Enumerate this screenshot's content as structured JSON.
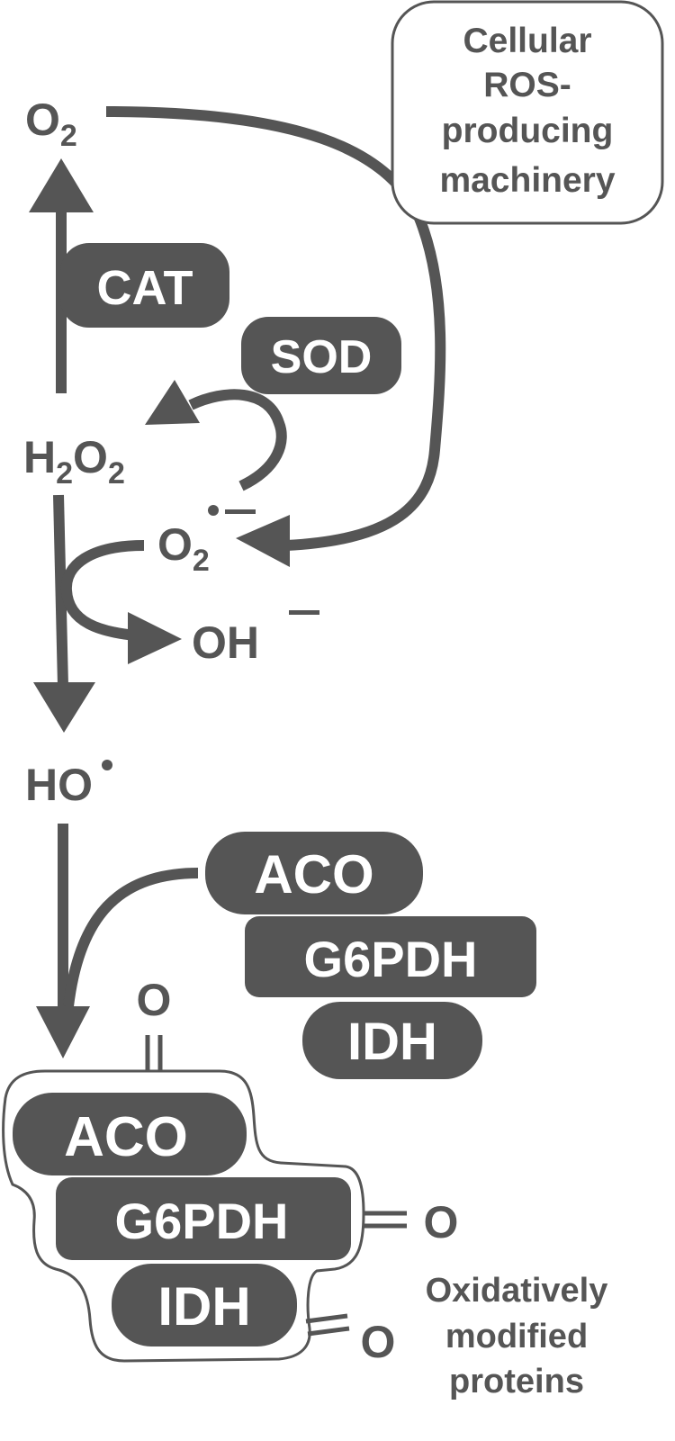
{
  "colors": {
    "dark": "#555555",
    "background": "#ffffff",
    "pill_text": "#ffffff"
  },
  "machinery": {
    "line1": "Cellular",
    "line2": "ROS-",
    "line3": "producing",
    "line4": "machinery"
  },
  "species": {
    "o2": {
      "main": "O",
      "sub": "2"
    },
    "h2o2": {
      "h": "H",
      "sub1": "2",
      "o": "O",
      "sub2": "2"
    },
    "superoxide": {
      "main": "O",
      "sub": "2",
      "dot": "•",
      "charge": "–"
    },
    "hydroxide": {
      "main": "OH",
      "charge": "–"
    },
    "hydroxyl_radical": {
      "main": "HO",
      "dot": "•"
    }
  },
  "enzymes": {
    "cat": "CAT",
    "sod": "SOD",
    "aco": "ACO",
    "g6pdh": "G6PDH",
    "idh": "IDH"
  },
  "modified": {
    "aco": "ACO",
    "g6pdh": "G6PDH",
    "idh": "IDH",
    "oxo_top": "O",
    "oxo_right": "O",
    "oxo_bottom": "O"
  },
  "caption": {
    "line1": "Oxidatively",
    "line2": "modified",
    "line3": "proteins"
  }
}
